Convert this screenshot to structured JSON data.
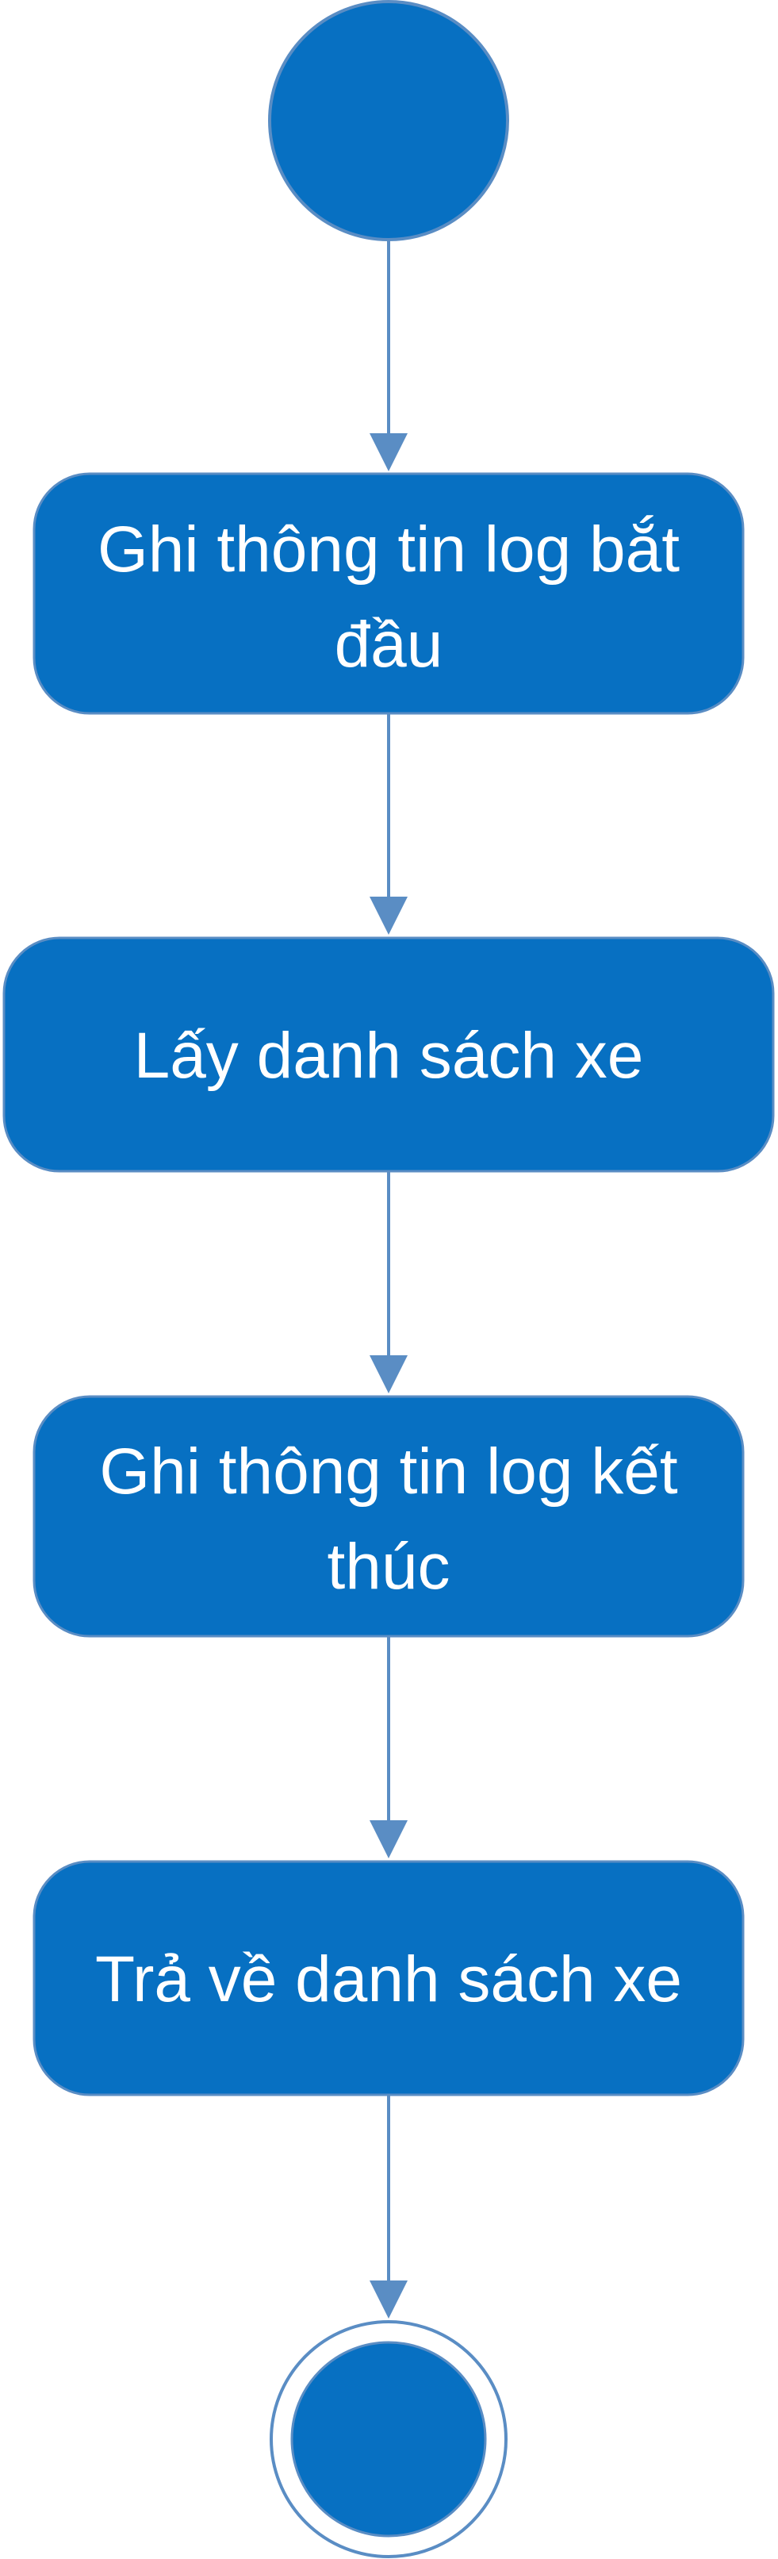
{
  "colors": {
    "node_fill": "#0770c2",
    "node_stroke": "#5a8dc4",
    "edge": "#5a8dc4",
    "label": "#ffffff",
    "background": "#ffffff"
  },
  "nodes": [
    {
      "id": "start",
      "kind": "initial-node"
    },
    {
      "id": "log-start",
      "kind": "action",
      "lines": [
        "Ghi thông tin log bắt",
        "đầu"
      ]
    },
    {
      "id": "get-list",
      "kind": "action",
      "lines": [
        "Lấy danh sách xe"
      ]
    },
    {
      "id": "log-end",
      "kind": "action",
      "lines": [
        "Ghi thông tin log kết",
        "thúc"
      ]
    },
    {
      "id": "return-list",
      "kind": "action",
      "lines": [
        "Trả về danh sách xe"
      ]
    },
    {
      "id": "end",
      "kind": "final-node"
    }
  ],
  "edges": [
    {
      "from": "start",
      "to": "log-start"
    },
    {
      "from": "log-start",
      "to": "get-list"
    },
    {
      "from": "get-list",
      "to": "log-end"
    },
    {
      "from": "log-end",
      "to": "return-list"
    },
    {
      "from": "return-list",
      "to": "end"
    }
  ]
}
